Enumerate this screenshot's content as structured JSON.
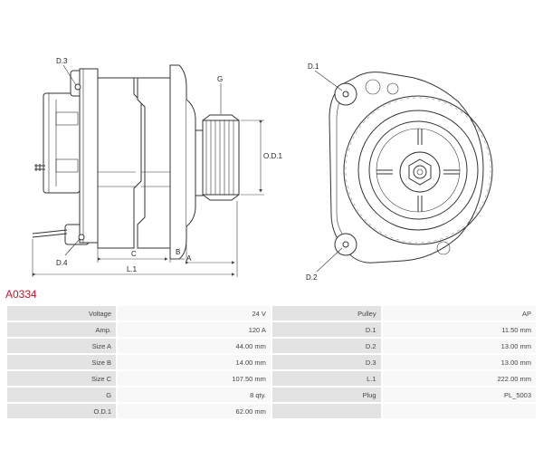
{
  "part_number": "A0334",
  "diagram_labels": {
    "d3": "D.3",
    "d4": "D.4",
    "d1": "D.1",
    "d2": "D.2",
    "g": "G",
    "od1": "O.D.1",
    "c": "C",
    "b": "B",
    "a": "A",
    "l1": "L.1"
  },
  "specs": [
    {
      "label": "Voltage",
      "value": "24 V",
      "label2": "Pulley",
      "value2": "AP"
    },
    {
      "label": "Amp.",
      "value": "120 A",
      "label2": "D.1",
      "value2": "11.50 mm"
    },
    {
      "label": "Size A",
      "value": "44.00 mm",
      "label2": "D.2",
      "value2": "13.00 mm"
    },
    {
      "label": "Size B",
      "value": "14.00 mm",
      "label2": "D.3",
      "value2": "13.00 mm"
    },
    {
      "label": "Size C",
      "value": "107.50 mm",
      "label2": "L.1",
      "value2": "222.00 mm"
    },
    {
      "label": "G",
      "value": "8 qty.",
      "label2": "Plug",
      "value2": "PL_5003"
    },
    {
      "label": "O.D.1",
      "value": "62.00 mm",
      "label2": "",
      "value2": ""
    }
  ]
}
